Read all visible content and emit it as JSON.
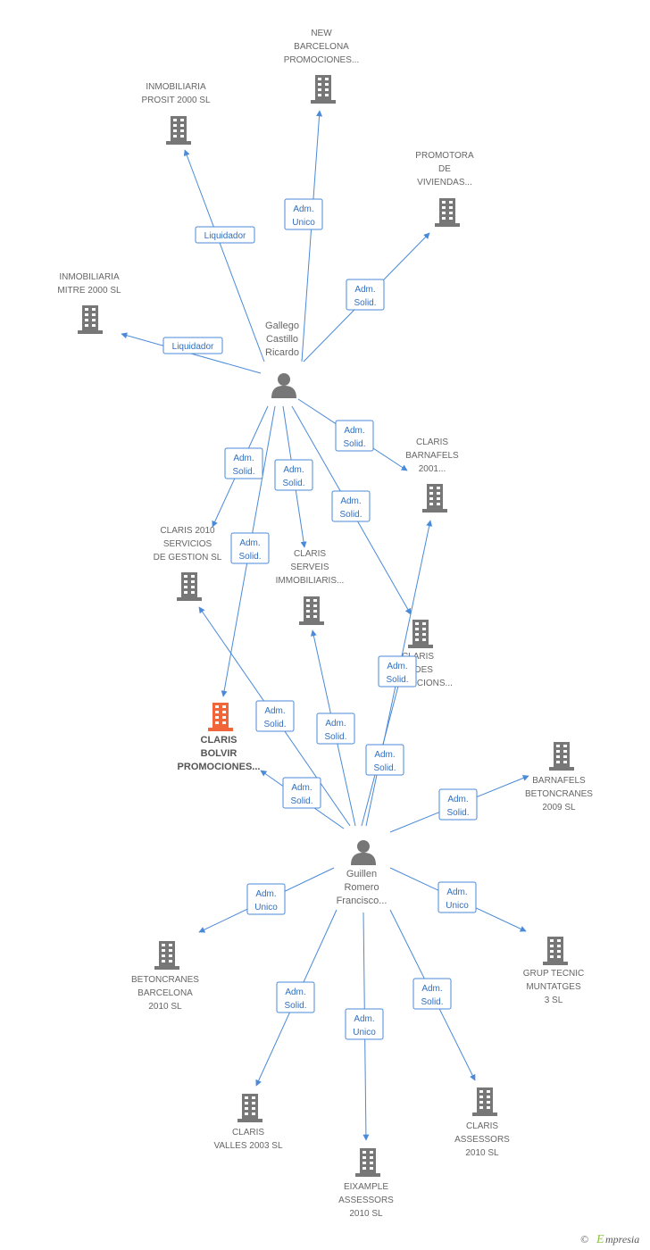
{
  "colors": {
    "edge": "#4a8ad8",
    "building": "#777777",
    "building_main": "#f0663a",
    "person": "#777777"
  },
  "persons": [
    {
      "id": "gallego",
      "lines": [
        "Gallego",
        "Castillo",
        "Ricardo"
      ],
      "icon": "person-icon"
    },
    {
      "id": "guillen",
      "lines": [
        "Guillen",
        "Romero",
        "Francisco..."
      ],
      "icon": "person-icon"
    }
  ],
  "companies": [
    {
      "id": "new_barcelona",
      "lines": [
        "NEW",
        "BARCELONA",
        "PROMOCIONES..."
      ],
      "icon": "building-icon"
    },
    {
      "id": "inmobiliaria_prosit",
      "lines": [
        "INMOBILIARIA",
        "PROSIT 2000 SL"
      ],
      "icon": "building-icon"
    },
    {
      "id": "promotora_viviendas",
      "lines": [
        "PROMOTORA",
        "DE",
        "VIVIENDAS..."
      ],
      "icon": "building-icon"
    },
    {
      "id": "inmobiliaria_mitre",
      "lines": [
        "INMOBILIARIA",
        "MITRE 2000 SL"
      ],
      "icon": "building-icon"
    },
    {
      "id": "claris_barnafels",
      "lines": [
        "CLARIS",
        "BARNAFELS",
        "2001..."
      ],
      "icon": "building-icon"
    },
    {
      "id": "claris_2010_servicios",
      "lines": [
        "CLARIS 2010",
        "SERVICIOS",
        "DE GESTION SL"
      ],
      "icon": "building-icon"
    },
    {
      "id": "claris_serveis",
      "lines": [
        "CLARIS",
        "SERVEIS",
        "IMMOBILIARIS..."
      ],
      "icon": "building-icon"
    },
    {
      "id": "claris_sedes",
      "lines": [
        "CLARIS",
        "SEDES",
        "PROMOCIONS..."
      ],
      "icon": "building-icon"
    },
    {
      "id": "claris_bolvir",
      "lines": [
        "CLARIS",
        "BOLVIR",
        "PROMOCIONES..."
      ],
      "icon": "building-icon",
      "main": true
    },
    {
      "id": "barnafels_betoncranes",
      "lines": [
        "BARNAFELS",
        "BETONCRANES",
        "2009 SL"
      ],
      "icon": "building-icon"
    },
    {
      "id": "betoncranes_barcelona",
      "lines": [
        "BETONCRANES",
        "BARCELONA",
        "2010 SL"
      ],
      "icon": "building-icon"
    },
    {
      "id": "grup_tecnic",
      "lines": [
        "GRUP TECNIC",
        "MUNTATGES",
        "3 SL"
      ],
      "icon": "building-icon"
    },
    {
      "id": "claris_valles",
      "lines": [
        "CLARIS",
        "VALLES 2003 SL"
      ],
      "icon": "building-icon"
    },
    {
      "id": "eixample_assessors",
      "lines": [
        "EIXAMPLE",
        "ASSESSORS",
        "2010 SL"
      ],
      "icon": "building-icon"
    },
    {
      "id": "claris_assessors",
      "lines": [
        "CLARIS",
        "ASSESSORS",
        "2010 SL"
      ],
      "icon": "building-icon"
    }
  ],
  "edges": [
    {
      "from": "gallego",
      "to": "new_barcelona",
      "label": [
        "Adm.",
        "Unico"
      ]
    },
    {
      "from": "gallego",
      "to": "inmobiliaria_prosit",
      "label": [
        "Liquidador"
      ]
    },
    {
      "from": "gallego",
      "to": "promotora_viviendas",
      "label": [
        "Adm.",
        "Solid."
      ]
    },
    {
      "from": "gallego",
      "to": "inmobiliaria_mitre",
      "label": [
        "Liquidador"
      ]
    },
    {
      "from": "gallego",
      "to": "claris_barnafels",
      "label": [
        "Adm.",
        "Solid."
      ]
    },
    {
      "from": "gallego",
      "to": "claris_2010_servicios",
      "label": [
        "Adm.",
        "Solid."
      ]
    },
    {
      "from": "gallego",
      "to": "claris_serveis",
      "label": [
        "Adm.",
        "Solid."
      ]
    },
    {
      "from": "gallego",
      "to": "claris_sedes",
      "label": [
        "Adm.",
        "Solid."
      ]
    },
    {
      "from": "gallego",
      "to": "claris_bolvir",
      "label": [
        "Adm.",
        "Solid."
      ]
    },
    {
      "from": "guillen",
      "to": "claris_2010_servicios",
      "label": [
        "Adm.",
        "Solid."
      ]
    },
    {
      "from": "guillen",
      "to": "claris_serveis",
      "label": [
        "Adm.",
        "Solid."
      ]
    },
    {
      "from": "guillen",
      "to": "claris_sedes",
      "label": [
        "Adm.",
        "Solid."
      ]
    },
    {
      "from": "guillen",
      "to": "claris_barnafels",
      "label": [
        "Adm.",
        "Solid."
      ]
    },
    {
      "from": "guillen",
      "to": "claris_bolvir",
      "label": [
        "Adm.",
        "Solid."
      ]
    },
    {
      "from": "guillen",
      "to": "barnafels_betoncranes",
      "label": [
        "Adm.",
        "Solid."
      ]
    },
    {
      "from": "guillen",
      "to": "betoncranes_barcelona",
      "label": [
        "Adm.",
        "Unico"
      ]
    },
    {
      "from": "guillen",
      "to": "grup_tecnic",
      "label": [
        "Adm.",
        "Unico"
      ]
    },
    {
      "from": "guillen",
      "to": "claris_valles",
      "label": [
        "Adm.",
        "Solid."
      ]
    },
    {
      "from": "guillen",
      "to": "eixample_assessors",
      "label": [
        "Adm.",
        "Unico"
      ]
    },
    {
      "from": "guillen",
      "to": "claris_assessors",
      "label": [
        "Adm.",
        "Solid."
      ]
    }
  ],
  "footer": {
    "copyright": "©",
    "brand_initial": "E",
    "brand_rest": "mpresia"
  }
}
